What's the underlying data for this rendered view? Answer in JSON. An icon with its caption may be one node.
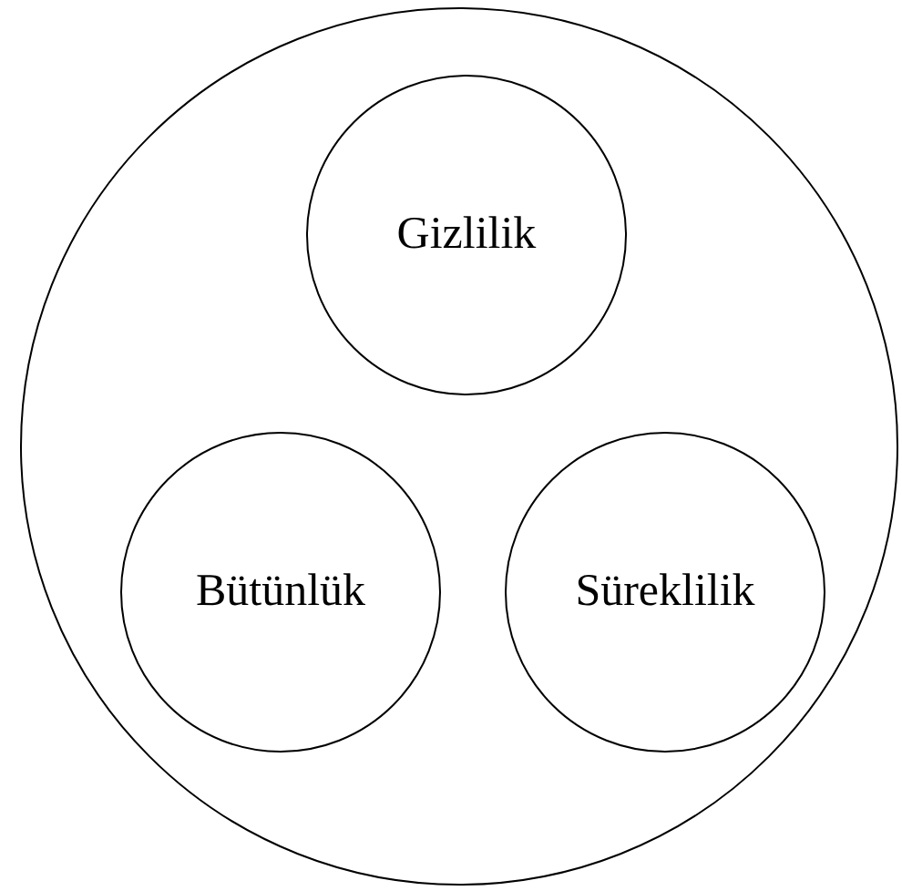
{
  "diagram": {
    "nodes": [
      {
        "text": [],
        "shape": "circle"
      },
      {
        "text": [
          "Gizlilik"
        ],
        "in": 0
      },
      {
        "text": [
          "Bütünlük"
        ],
        "in": 0
      },
      {
        "text": [
          "Süreklilik"
        ],
        "in": 0
      }
    ]
  }
}
